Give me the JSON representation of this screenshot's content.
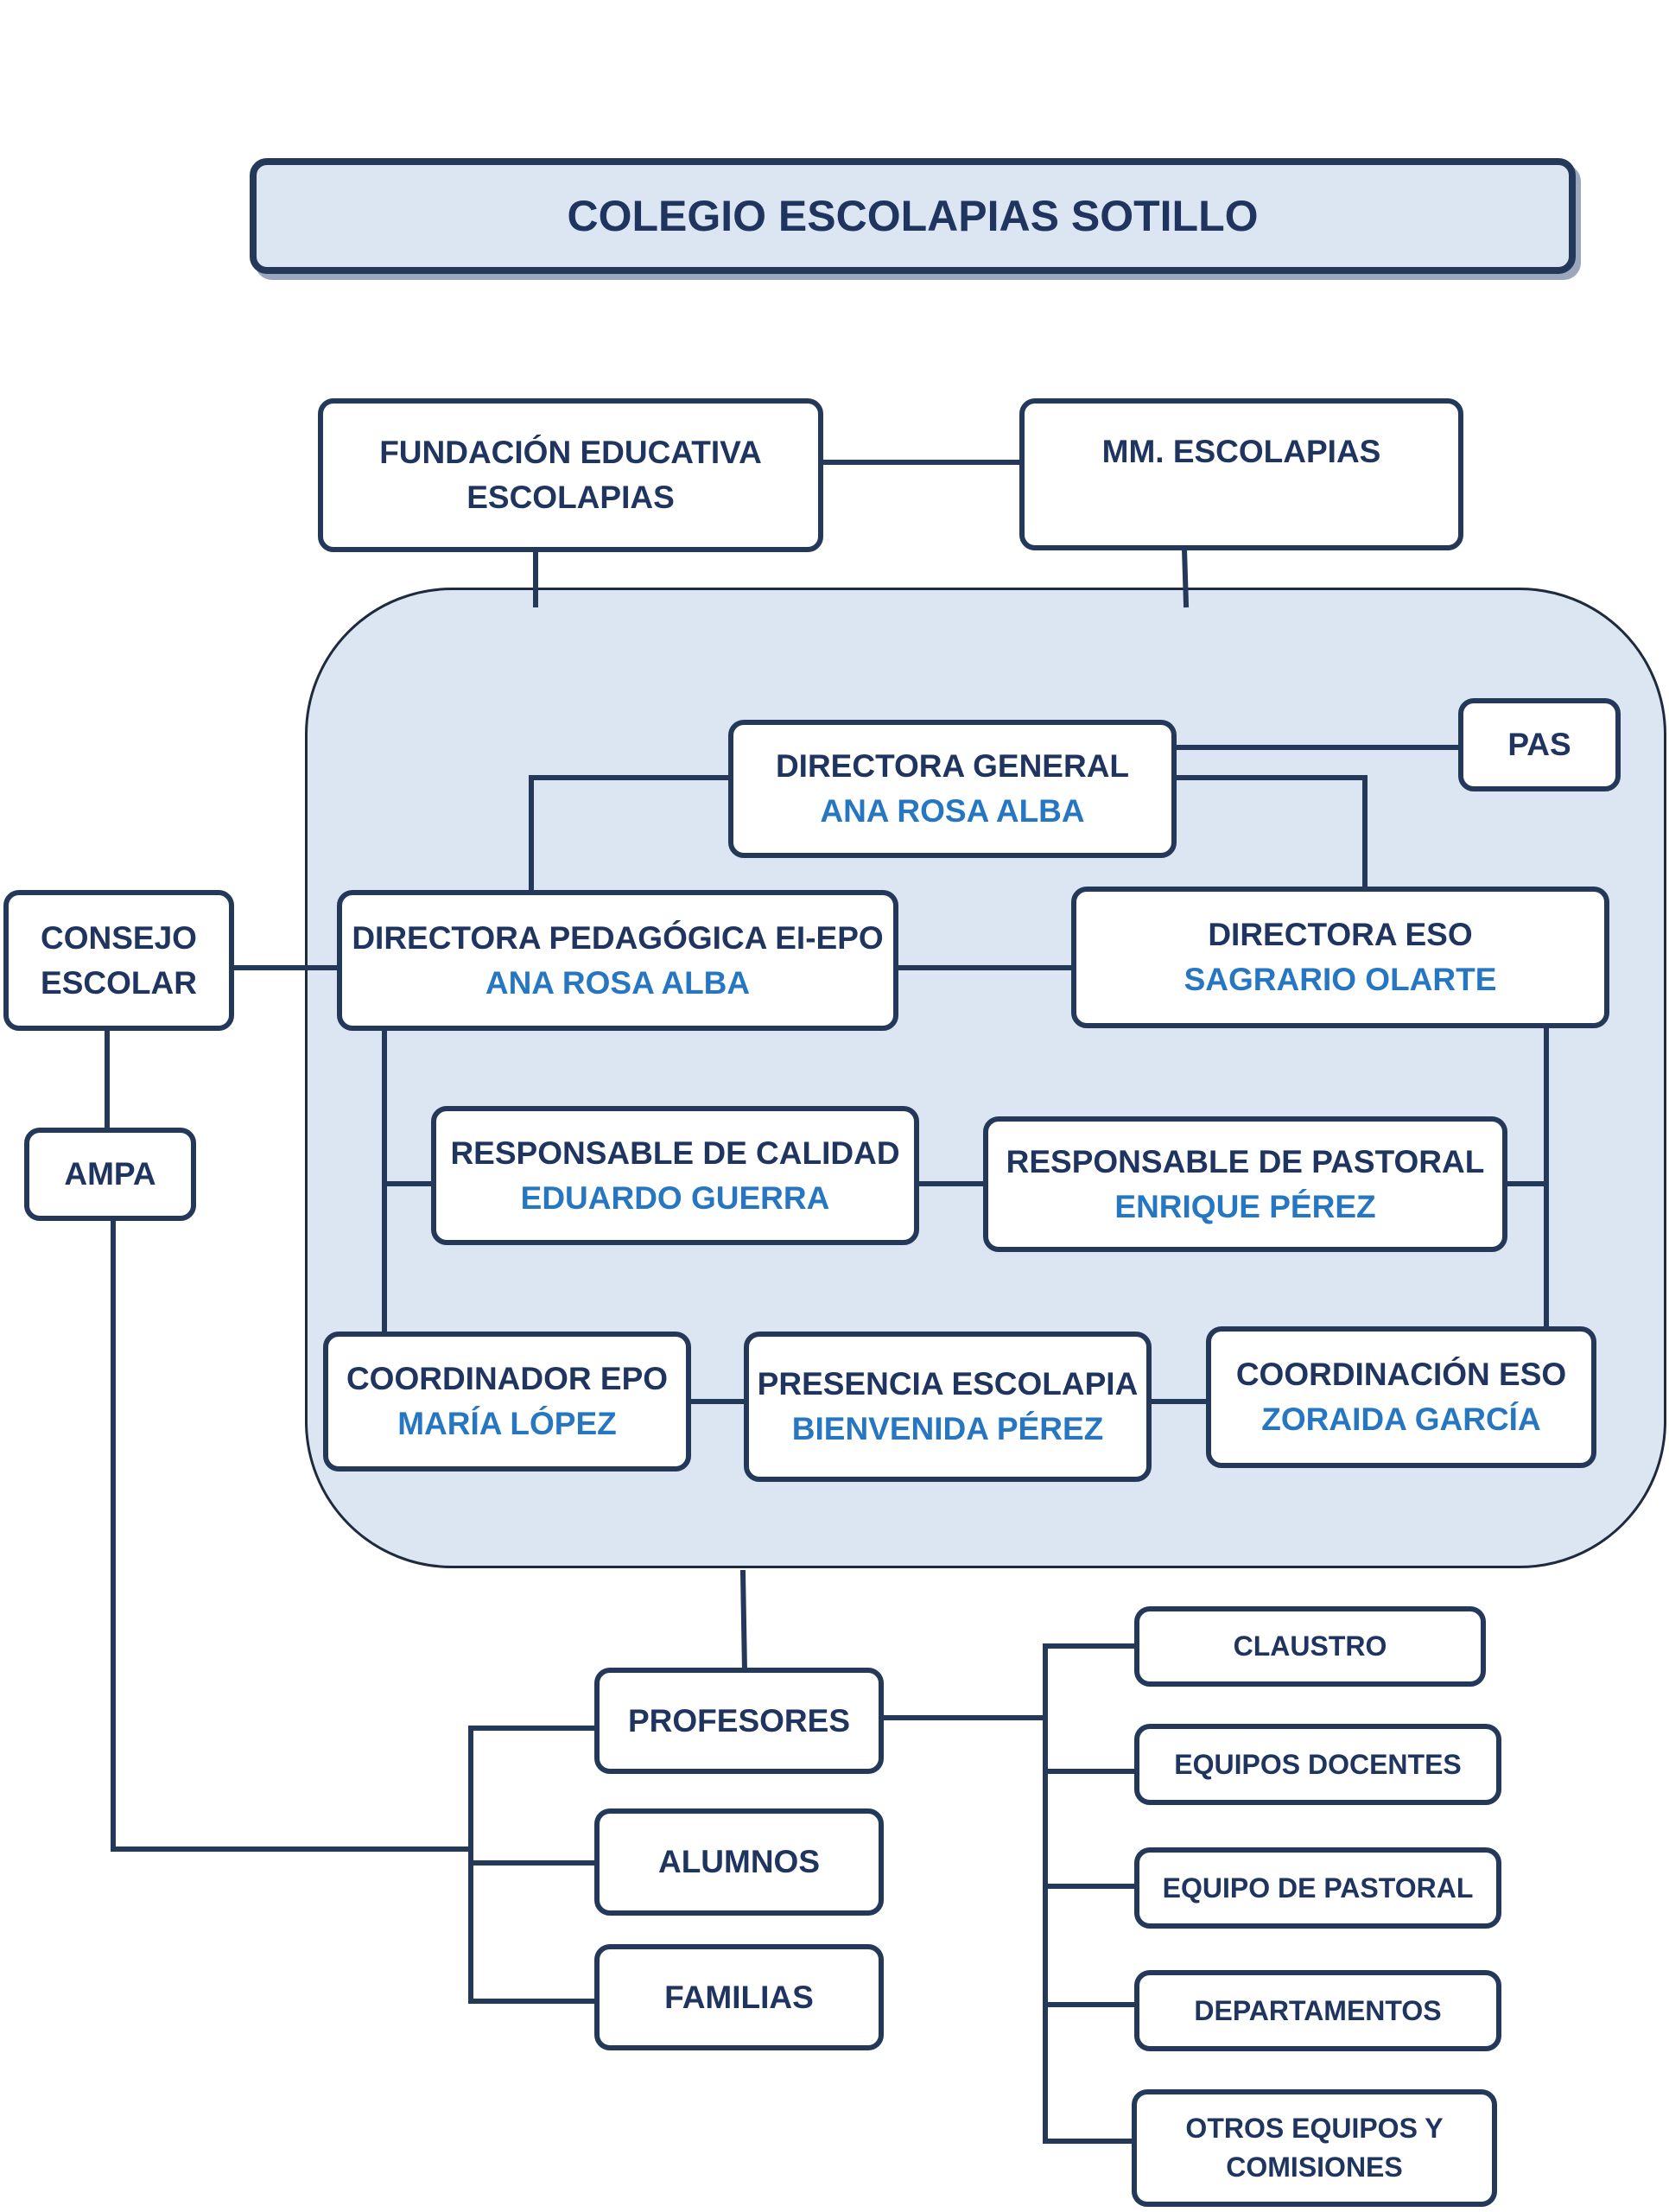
{
  "title": "COLEGIO ESCOLAPIAS SOTILLO",
  "colors": {
    "box_border": "#24385a",
    "label_text": "#1f3560",
    "person_name": "#2776c2",
    "panel_fill": "#dce6f3"
  },
  "nodes": {
    "fundacion": {
      "line1": "FUNDACIÓN EDUCATIVA",
      "line2": "ESCOLAPIAS"
    },
    "mm_escolapias": {
      "label": "MM.  ESCOLAPIAS"
    },
    "directora_general": {
      "role": "DIRECTORA GENERAL",
      "name": "ANA ROSA ALBA"
    },
    "pas": {
      "label": "PAS"
    },
    "consejo_escolar": {
      "line1": "CONSEJO",
      "line2": "ESCOLAR"
    },
    "directora_pedagogica": {
      "role": "DIRECTORA PEDAGÓGICA EI-EPO",
      "name": "ANA ROSA ALBA"
    },
    "directora_eso": {
      "role": "DIRECTORA ESO",
      "name": "SAGRARIO OLARTE"
    },
    "ampa": {
      "label": "AMPA"
    },
    "responsable_calidad": {
      "role": "RESPONSABLE DE CALIDAD",
      "name": "EDUARDO GUERRA"
    },
    "responsable_pastoral": {
      "role": "RESPONSABLE DE PASTORAL",
      "name": "ENRIQUE PÉREZ"
    },
    "coordinador_epo": {
      "role": "COORDINADOR EPO",
      "name": "MARÍA LÓPEZ"
    },
    "presencia_escolapia": {
      "role": "PRESENCIA ESCOLAPIA",
      "name": "BIENVENIDA PÉREZ"
    },
    "coordinacion_eso": {
      "role": "COORDINACIÓN ESO",
      "name": "ZORAIDA GARCÍA"
    },
    "profesores": {
      "label": "PROFESORES"
    },
    "alumnos": {
      "label": "ALUMNOS"
    },
    "familias": {
      "label": "FAMILIAS"
    },
    "claustro": {
      "label": "CLAUSTRO"
    },
    "equipos_docentes": {
      "label": "EQUIPOS DOCENTES"
    },
    "equipo_pastoral": {
      "label": "EQUIPO DE PASTORAL"
    },
    "departamentos": {
      "label": "DEPARTAMENTOS"
    },
    "otros_equipos": {
      "line1": "OTROS EQUIPOS Y",
      "line2": "COMISIONES"
    }
  }
}
